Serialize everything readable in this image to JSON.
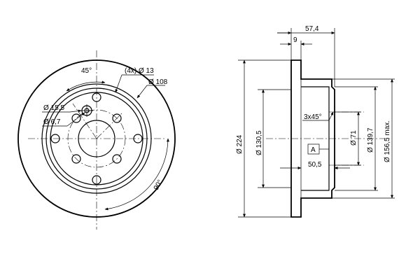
{
  "front_view": {
    "angle_45": "45°",
    "angle_90": "90°",
    "holes": "(4x) Ø 13",
    "pcd": "Ø 108",
    "dia_15_5": "Ø 15,5",
    "dia_6_7": "Ø 6,7"
  },
  "side_view": {
    "width_total": "57,4",
    "thickness": "9",
    "chamfer": "3x45°",
    "hat_depth": "50,5",
    "datum": "A",
    "dia_224": "Ø 224",
    "dia_130_5": "Ø 130,5",
    "dia_71": "Ø 71",
    "dia_139_7": "Ø 139,7",
    "dia_156_5": "Ø 156,5 max."
  }
}
